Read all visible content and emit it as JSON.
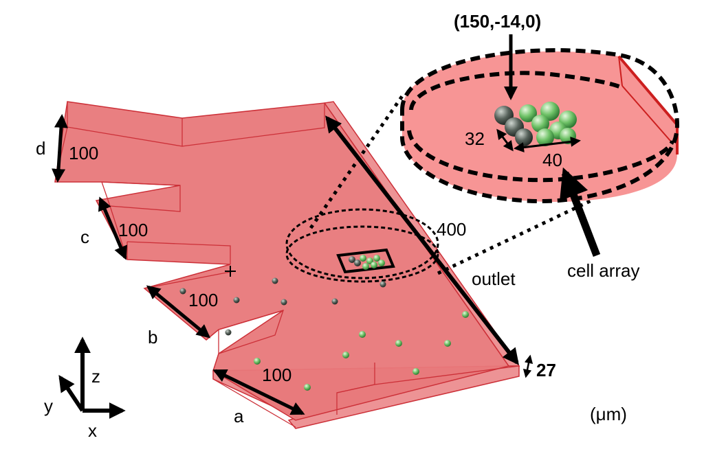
{
  "colors": {
    "channel_fill": "#e8787a",
    "channel_edge": "#cc3038",
    "zoom_fill": "#f79595",
    "zoom_edge_red": "#cc1f1f",
    "cell_dark": "#57625b",
    "cell_green": "#6fc267",
    "ink": "#000000"
  },
  "labels": {
    "coord": "(150,-14,0)",
    "cell_array": "cell array",
    "outlet": "outlet",
    "unit": "(μm)",
    "dim_zoom_height": "32",
    "dim_zoom_width": "40",
    "dim_outlet_length": "400",
    "dim_depth": "27",
    "dim_a": "100",
    "dim_b": "100",
    "dim_c": "100",
    "dim_d": "100",
    "port_a": "a",
    "port_b": "b",
    "port_c": "c",
    "port_d": "d",
    "axis_x": "x",
    "axis_y": "y",
    "axis_z": "z"
  },
  "icons": {
    "origin_marker": "plus-icon",
    "axes": "xyz-axes-icon"
  }
}
